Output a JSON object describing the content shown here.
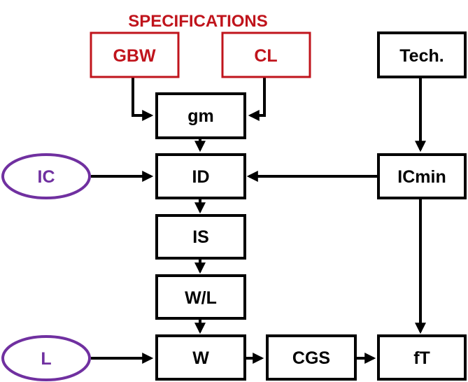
{
  "colors": {
    "spec": "#c0141c",
    "param": "#7030a0",
    "box": "#000000",
    "edge": "#000000"
  },
  "heading": "SPECIFICATIONS",
  "nodes": {
    "gbw": "GBW",
    "cl": "CL",
    "tech": "Tech.",
    "gm": "gm",
    "ic": "IC",
    "id": "ID",
    "icmin": "ICmin",
    "is": "IS",
    "wl": "W/L",
    "l": "L",
    "w": "W",
    "cgs": "CGS",
    "ft": "fT"
  }
}
